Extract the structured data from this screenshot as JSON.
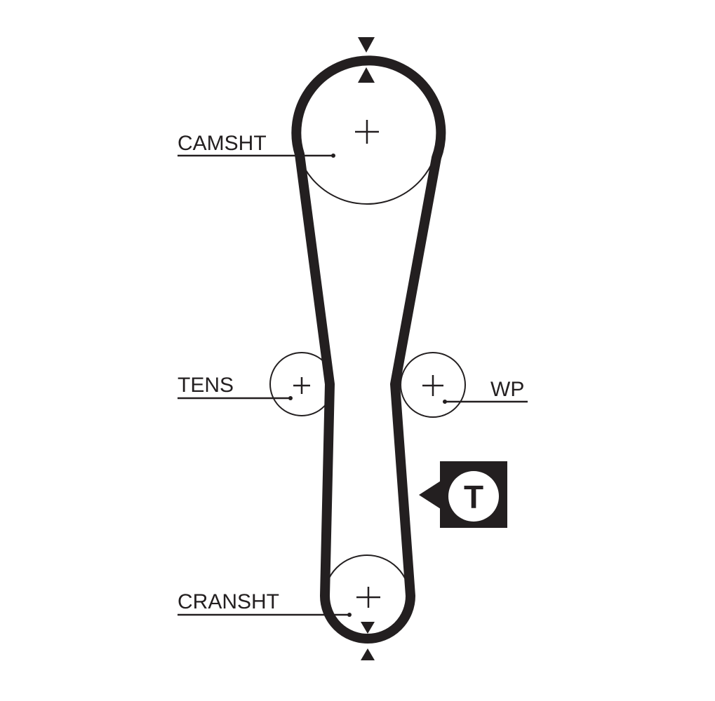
{
  "labels": {
    "camshaft": "CAMSHT",
    "tensioner": "TENS",
    "water_pump": "WP",
    "crankshaft": "CRANSHT"
  },
  "badge": {
    "letter": "T"
  },
  "colors": {
    "line": "#231f20",
    "background": "#ffffff"
  },
  "icons": [
    "timing-mark-arrow",
    "tension-indicator-badge"
  ]
}
